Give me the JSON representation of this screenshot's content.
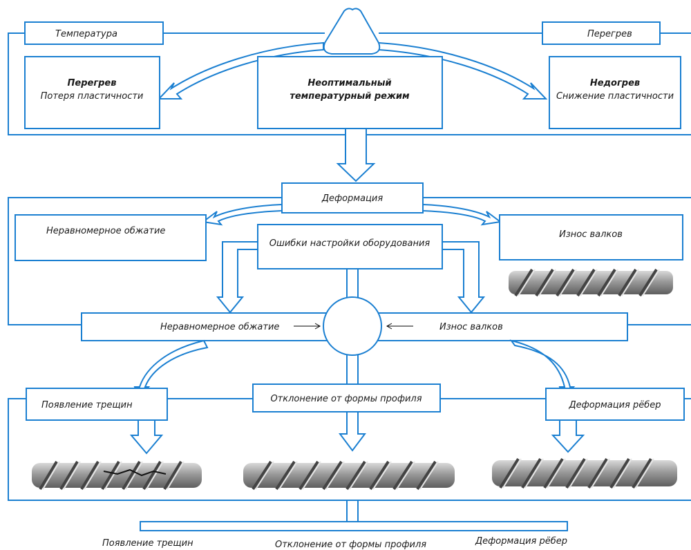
{
  "top": {
    "temperature": "Температура",
    "overheat_top": "Перегрев",
    "overheat_box_title": "Перегрев",
    "overheat_box_sub": "Потеря пластичности",
    "center_line1": "Неоптимальный",
    "center_line2": "температурный режим",
    "underheat_box_title": "Недогрев",
    "underheat_box_sub": "Снижение пластичности"
  },
  "middle": {
    "deformation": "Деформация",
    "uneven_compression": "Неравномерное обжатие",
    "setup_errors": "Ошибки настройки оборудования",
    "roll_wear": "Износ валков",
    "bar_uneven_compression": "Неравномерное обжатие",
    "bar_roll_wear": "Износ валков"
  },
  "bottom": {
    "cracks": "Появление трещин",
    "profile_deviation": "Отклонение от формы профиля",
    "rib_deformation": "Деформация рёбер",
    "caption_cracks": "Появление трещин",
    "caption_profile_deviation": "Отклонение от формы профиля",
    "caption_rib_deformation": "Деформация рёбер"
  },
  "colors": {
    "line": "#1a7fd1",
    "text": "#1a1a1a"
  }
}
